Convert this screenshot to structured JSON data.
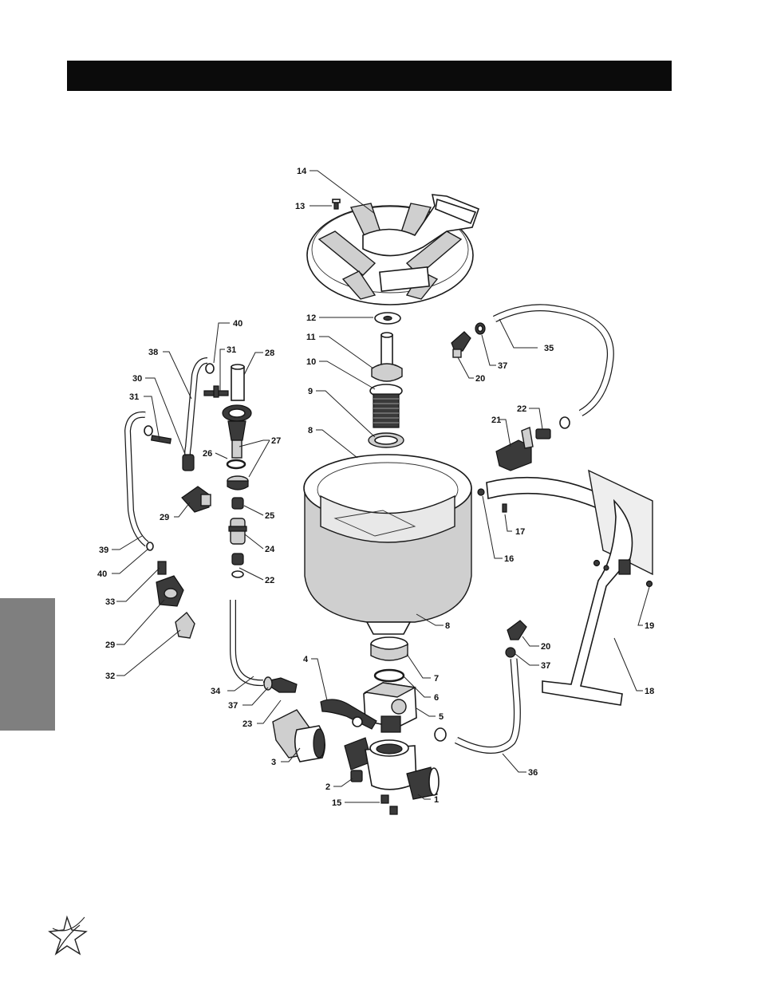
{
  "header": {
    "title": ""
  },
  "logo": {
    "icon": "star-swirl-logo-icon"
  },
  "callouts": [
    {
      "label": "14"
    },
    {
      "label": "13"
    },
    {
      "label": "12"
    },
    {
      "label": "11"
    },
    {
      "label": "10"
    },
    {
      "label": "9"
    },
    {
      "label": "8"
    },
    {
      "label": "40"
    },
    {
      "label": "38"
    },
    {
      "label": "31"
    },
    {
      "label": "28"
    },
    {
      "label": "30"
    },
    {
      "label": "31"
    },
    {
      "label": "27"
    },
    {
      "label": "26"
    },
    {
      "label": "29"
    },
    {
      "label": "25"
    },
    {
      "label": "24"
    },
    {
      "label": "22"
    },
    {
      "label": "39"
    },
    {
      "label": "40"
    },
    {
      "label": "33"
    },
    {
      "label": "29"
    },
    {
      "label": "32"
    },
    {
      "label": "35"
    },
    {
      "label": "20"
    },
    {
      "label": "37"
    },
    {
      "label": "22"
    },
    {
      "label": "21"
    },
    {
      "label": "17"
    },
    {
      "label": "16"
    },
    {
      "label": "19"
    },
    {
      "label": "8"
    },
    {
      "label": "20"
    },
    {
      "label": "37"
    },
    {
      "label": "18"
    },
    {
      "label": "4"
    },
    {
      "label": "7"
    },
    {
      "label": "6"
    },
    {
      "label": "5"
    },
    {
      "label": "34"
    },
    {
      "label": "37"
    },
    {
      "label": "23"
    },
    {
      "label": "3"
    },
    {
      "label": "36"
    },
    {
      "label": "2"
    },
    {
      "label": "15"
    },
    {
      "label": "1"
    }
  ]
}
